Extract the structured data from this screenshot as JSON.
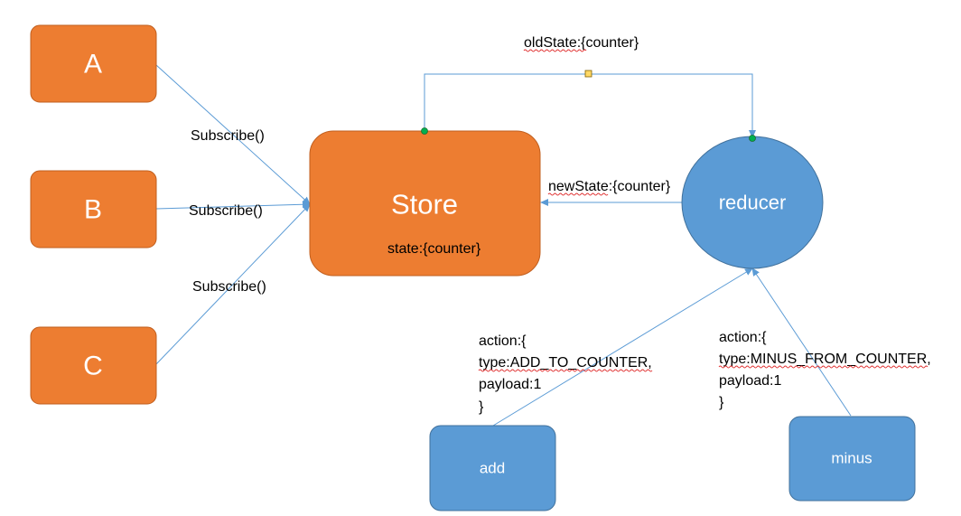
{
  "nodes": {
    "a": {
      "label": "A"
    },
    "b": {
      "label": "B"
    },
    "c": {
      "label": "C"
    },
    "store": {
      "title": "Store",
      "state": "state:{counter}"
    },
    "reducer": {
      "label": "reducer"
    },
    "add": {
      "label": "add"
    },
    "minus": {
      "label": "minus"
    }
  },
  "edges": {
    "subscribe_a": "Subscribe()",
    "subscribe_b": "Subscribe()",
    "subscribe_c": "Subscribe()",
    "old_state": "oldState:{counter}",
    "new_state": "newState:{counter}"
  },
  "actions": {
    "add": {
      "line1": "action:{",
      "line2": "type:ADD_TO_COUNTER,",
      "line3": "payload:1",
      "line4": "}"
    },
    "minus": {
      "line1": "action:{",
      "line2": "type:MINUS_FROM_COUNTER,",
      "line3": "payload:1",
      "line4": "}"
    }
  },
  "colors": {
    "orange_fill": "#ed7d31",
    "orange_stroke": "#c05f1f",
    "blue_fill": "#5b9bd5",
    "blue_stroke": "#41719c",
    "connector": "#5b9bd5",
    "handle_green": "#00b050",
    "handle_yellow": "#ffd966"
  }
}
